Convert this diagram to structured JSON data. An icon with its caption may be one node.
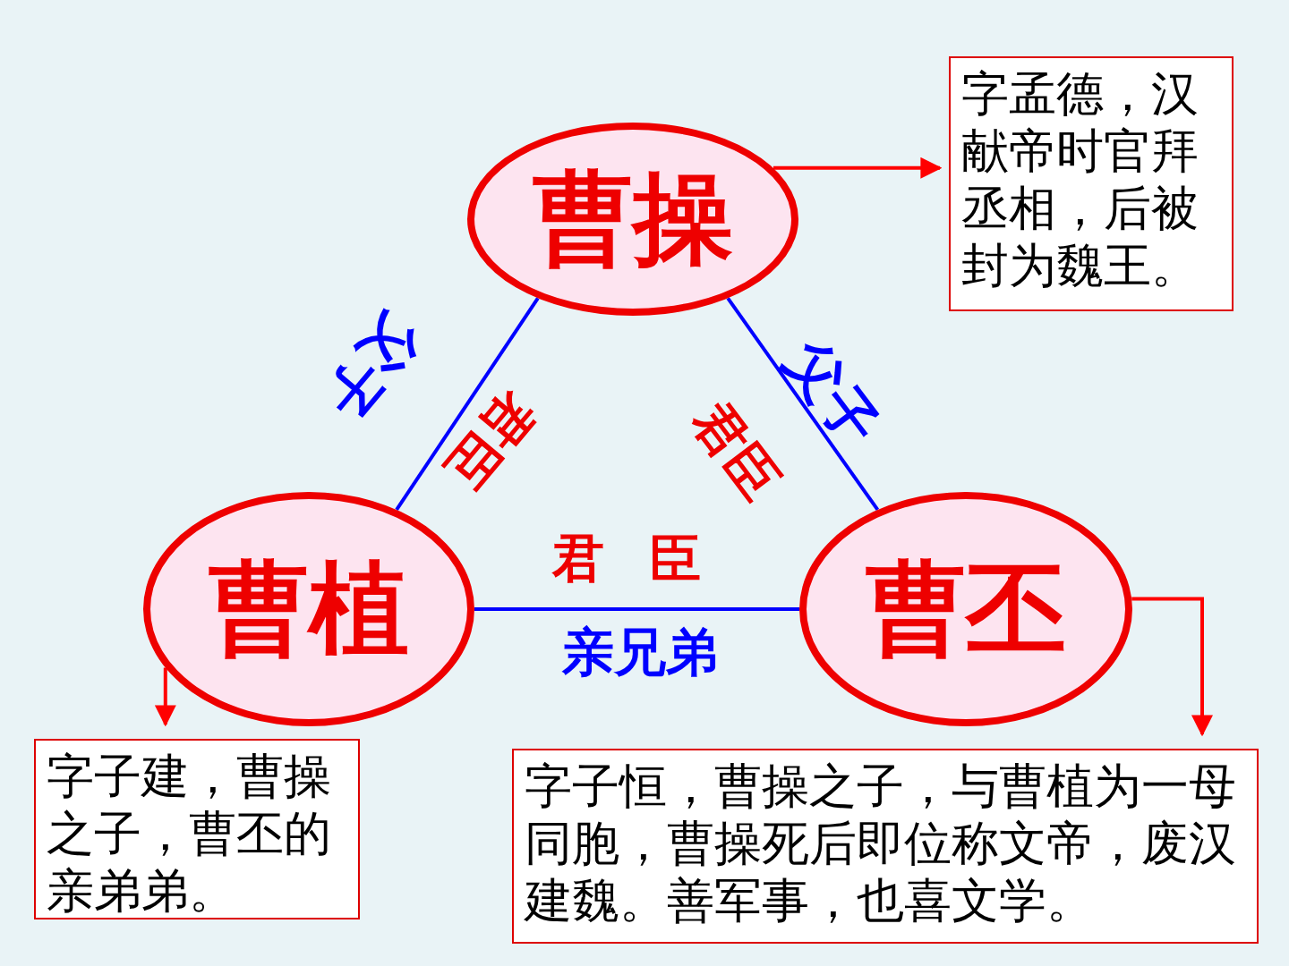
{
  "diagram": {
    "nodes": [
      {
        "text": [
          "曹操"
        ]
      },
      {
        "text": [
          "字孟德，汉献帝时官拜丞相，后被封为魏王。"
        ]
      },
      {
        "text": [
          "曹植"
        ]
      },
      {
        "text": [
          "曹丕"
        ]
      },
      {
        "text": [
          "字子建，曹操之子，曹丕的亲弟弟。"
        ]
      },
      {
        "text": [
          "字子恒，曹操之子，与曹植为一母同胞，曹操死后即位称文帝，废汉建魏。善军事，也喜文学。"
        ]
      }
    ],
    "edges": [
      {
        "from": 0,
        "to": 1,
        "arrow": "to",
        "color": "#ff0000"
      },
      {
        "from": 0,
        "to": 2,
        "arrow": "none",
        "label": "父子",
        "color": "#0000ff"
      },
      {
        "from": 0,
        "to": 3,
        "arrow": "none",
        "label": "父子",
        "color": "#0000ff"
      },
      {
        "from": 2,
        "to": 3,
        "arrow": "none",
        "label": "亲兄弟",
        "color": "#0000ff"
      },
      {
        "from": 2,
        "to": 4,
        "arrow": "to",
        "color": "#ff0000"
      },
      {
        "from": 3,
        "to": 5,
        "arrow": "to",
        "color": "#ff0000"
      }
    ],
    "labels": [
      "君臣",
      "君臣",
      "君臣"
    ]
  }
}
